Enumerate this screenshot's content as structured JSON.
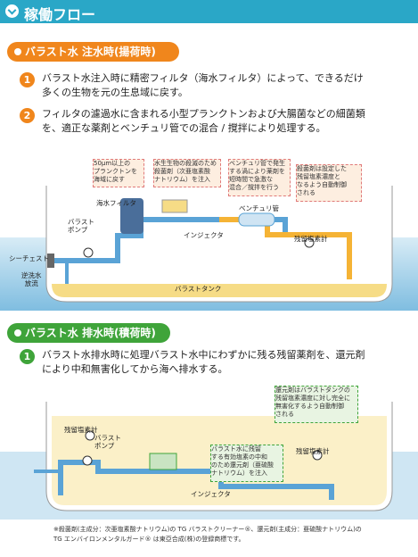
{
  "header": {
    "title": "稼働フロー"
  },
  "section1": {
    "title": "バラスト水 注水時(揚荷時)",
    "item1_num": "1",
    "item1_line1": "バラスト水注入時に精密フィルタ（海水フィルタ）によって、できるだけ",
    "item1_line2": "多くの生物を元の生息域に戻す。",
    "item2_num": "2",
    "item2_line1": "フィルタの濾過水に含まれる小型プランクトンおよび大腸菌などの細菌類",
    "item2_line2": "を、適正な薬剤とベンチュリ管での混合 / 撹拌により処理する。",
    "note_plankton_1": "50μm以上の",
    "note_plankton_2": "プランクトンを",
    "note_plankton_3": "海域に戻す",
    "note_chem_1": "水生生物の殺滅のため",
    "note_chem_2": "殺菌剤（次亜塩素酸",
    "note_chem_3": "ナトリウム）を注入",
    "note_venturi_1": "ベンチュリ管で発生",
    "note_venturi_2": "する渦により薬剤を",
    "note_venturi_3": "短時間で急激な",
    "note_venturi_4": "混合／撹拌を行う",
    "note_auto_1": "殺菌剤は設定した",
    "note_auto_2": "残留塩素濃度と",
    "note_auto_3": "なるよう自動制御",
    "note_auto_4": "される",
    "label_filter": "海水フィルタ",
    "label_pump_1": "バラスト",
    "label_pump_2": "ポンプ",
    "label_injector": "インジェクタ",
    "label_venturi": "ベンチュリ管",
    "label_sensor": "残留塩素計",
    "label_seachest": "シーチェスト",
    "label_backwash_1": "逆洗水",
    "label_backwash_2": "放流",
    "label_tank": "バラストタンク"
  },
  "section2": {
    "title": "バラスト水 排水時(積荷時)",
    "item1_num": "1",
    "item1_line1": "バラスト水排水時に処理バラスト水中にわずかに残る残留薬剤を、還元剤",
    "item1_line2": "により中和無害化してから海へ排水する。",
    "note_reduce_1": "還元剤はバラストタンクの",
    "note_reduce_2": "残留塩素濃度に対し完全に",
    "note_reduce_3": "無害化するよう自動制御",
    "note_reduce_4": "される",
    "note_neutral_1": "バラスト水に残留",
    "note_neutral_2": "する有効塩素の中和",
    "note_neutral_3": "のため還元剤（亜硫酸",
    "note_neutral_4": "ナトリウム）を注入",
    "label_sensor_left": "残留塩素計",
    "label_sensor_right": "残留塩素計",
    "label_pump_1": "バラスト",
    "label_pump_2": "ポンプ",
    "label_injector": "インジェクタ"
  },
  "footer": {
    "line1": "※殺菌剤(主成分：次亜塩素酸ナトリウム)の TG バラストクリーナー®、還元剤(主成分：亜硫酸ナトリウム)の",
    "line2": "TG エンバイロンメンタルガード® は東亞合成(株)の登録商標です。"
  },
  "colors": {
    "header": "#2aa7c7",
    "section1": "#f0861c",
    "section2": "#3fa43a",
    "pipe_blue": "#5aa3d6",
    "pipe_orange": "#f5b335",
    "tank": "#f6dc86"
  }
}
